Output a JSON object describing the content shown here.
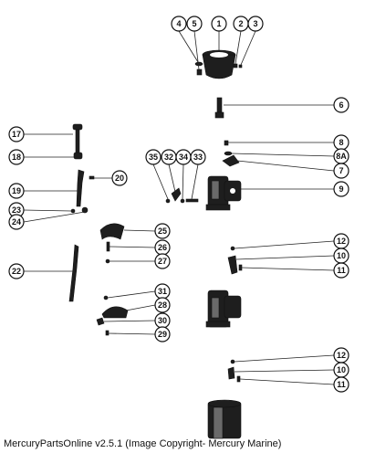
{
  "callouts": [
    {
      "id": "c4",
      "label": "4"
    },
    {
      "id": "c5",
      "label": "5"
    },
    {
      "id": "c1",
      "label": "1"
    },
    {
      "id": "c2",
      "label": "2"
    },
    {
      "id": "c3",
      "label": "3"
    },
    {
      "id": "c6",
      "label": "6"
    },
    {
      "id": "c17",
      "label": "17"
    },
    {
      "id": "c18",
      "label": "18"
    },
    {
      "id": "c20",
      "label": "20"
    },
    {
      "id": "c19",
      "label": "19"
    },
    {
      "id": "c23",
      "label": "23"
    },
    {
      "id": "c24",
      "label": "24"
    },
    {
      "id": "c35",
      "label": "35"
    },
    {
      "id": "c32",
      "label": "32"
    },
    {
      "id": "c34",
      "label": "34"
    },
    {
      "id": "c33",
      "label": "33"
    },
    {
      "id": "c8",
      "label": "8"
    },
    {
      "id": "c8a",
      "label": "8A"
    },
    {
      "id": "c7",
      "label": "7"
    },
    {
      "id": "c9",
      "label": "9"
    },
    {
      "id": "c25",
      "label": "25"
    },
    {
      "id": "c26",
      "label": "26"
    },
    {
      "id": "c27",
      "label": "27"
    },
    {
      "id": "c22",
      "label": "22"
    },
    {
      "id": "c12a",
      "label": "12"
    },
    {
      "id": "c10a",
      "label": "10"
    },
    {
      "id": "c11a",
      "label": "11"
    },
    {
      "id": "c31",
      "label": "31"
    },
    {
      "id": "c28",
      "label": "28"
    },
    {
      "id": "c30",
      "label": "30"
    },
    {
      "id": "c29",
      "label": "29"
    },
    {
      "id": "c12b",
      "label": "12"
    },
    {
      "id": "c10b",
      "label": "10"
    },
    {
      "id": "c11b",
      "label": "11"
    }
  ],
  "caption": "MercuryPartsOnline v2.5.1 (Image Copyright- Mercury Marine)"
}
